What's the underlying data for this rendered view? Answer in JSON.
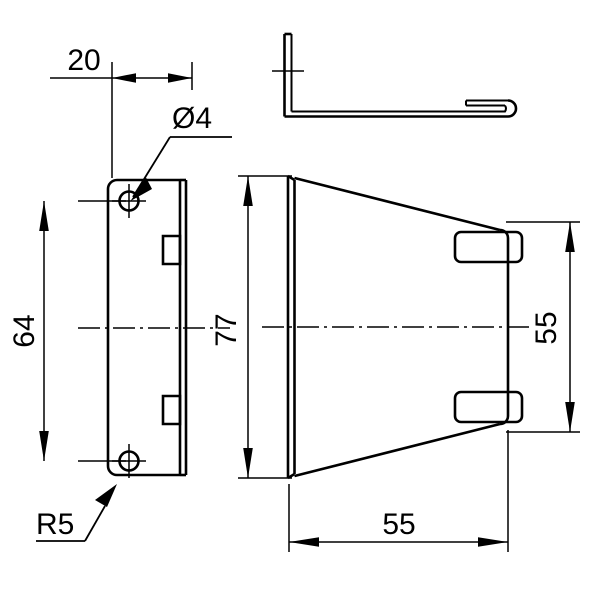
{
  "drawing": {
    "title": "Bracket technical drawing",
    "background_color": "#ffffff",
    "line_color": "#000000",
    "views": {
      "top_view": {
        "name": "top-view-bent-profile",
        "description": "L-shaped bent sheet profile with hemmed right end"
      },
      "left_view": {
        "name": "left-view-mounting-plate",
        "description": "Mounting plate with two 4mm holes and rounded corners"
      },
      "right_view": {
        "name": "right-view-trapezoid",
        "description": "Trapezoidal side profile with two tabs"
      }
    }
  },
  "dimensions": {
    "width_20": {
      "label": "20",
      "value": 20,
      "orientation": "horizontal",
      "view": "left-view"
    },
    "hole_dia": {
      "label": "Ø4",
      "value": 4,
      "symbol": "Ø",
      "orientation": "leader",
      "view": "left-view"
    },
    "height_64": {
      "label": "64",
      "value": 64,
      "orientation": "vertical",
      "view": "left-view"
    },
    "radius_r5": {
      "label": "R5",
      "value": 5,
      "orientation": "leader",
      "view": "left-view"
    },
    "height_77": {
      "label": "77",
      "value": 77,
      "orientation": "vertical",
      "view": "right-view"
    },
    "height_55": {
      "label": "55",
      "value": 55,
      "orientation": "vertical",
      "view": "right-view"
    },
    "width_55": {
      "label": "55",
      "value": 55,
      "orientation": "horizontal",
      "view": "right-view"
    }
  }
}
